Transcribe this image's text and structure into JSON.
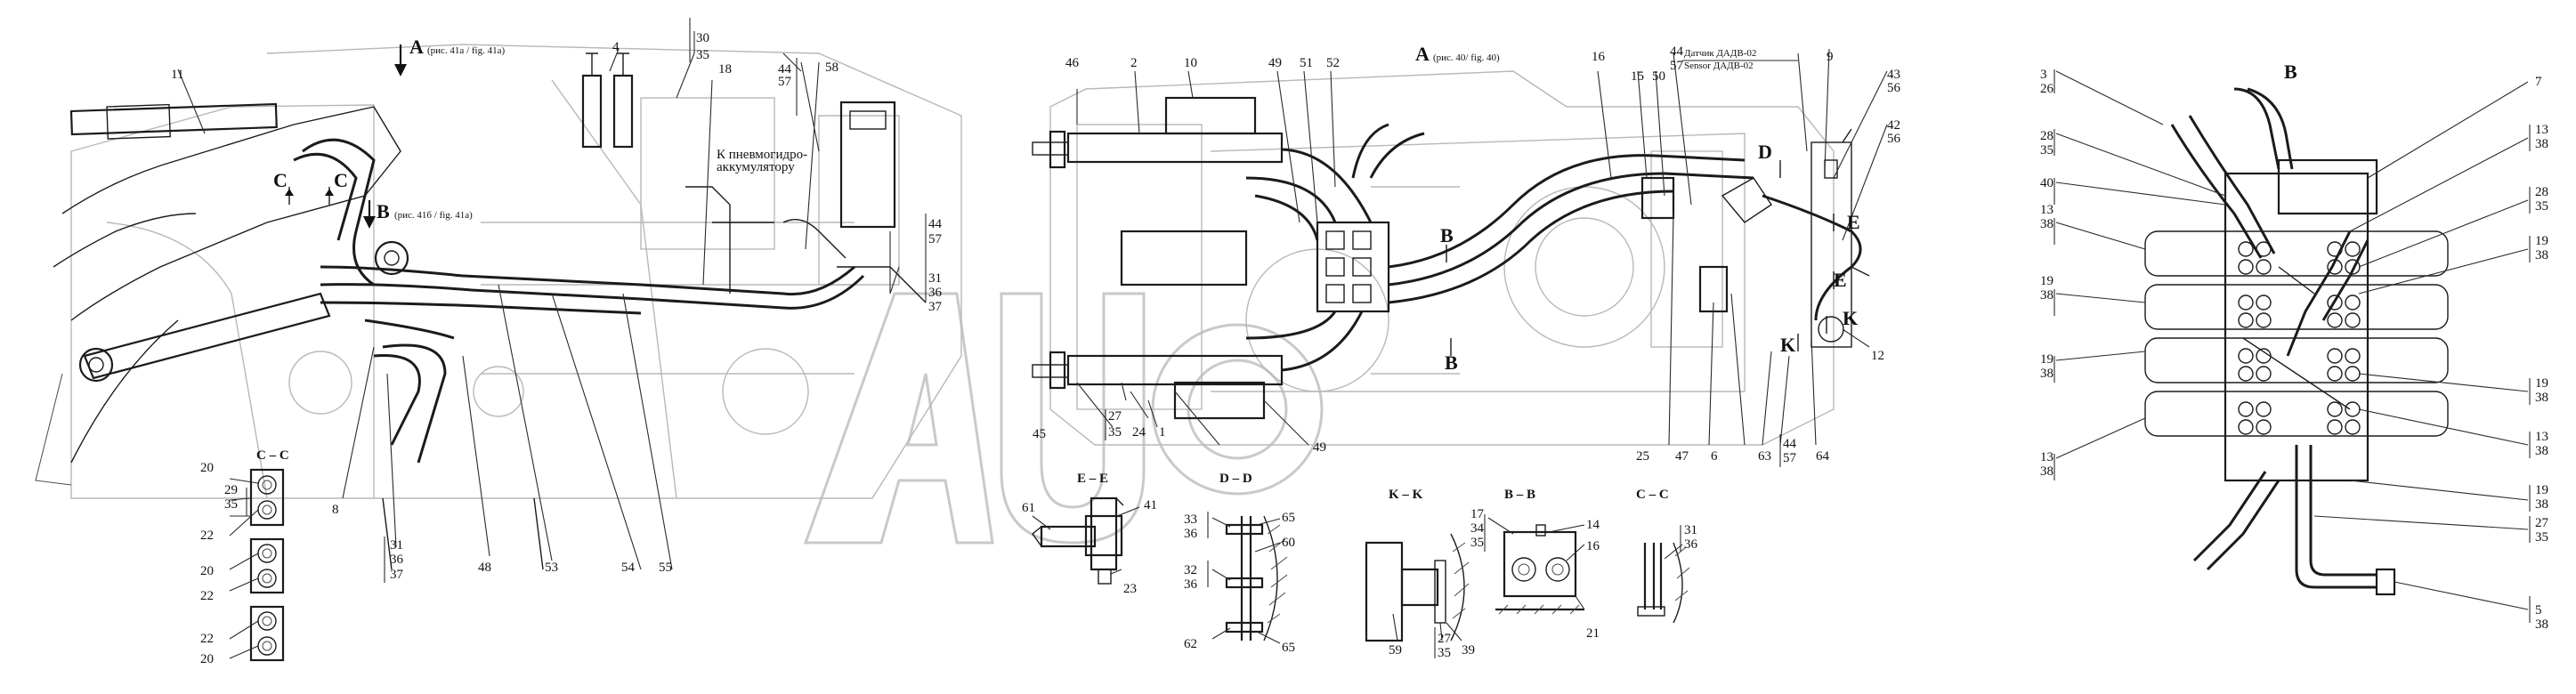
{
  "views": {
    "left": {
      "view_label": "A",
      "arrow_a_note": "(рис. 41а / fig. 41а)",
      "view_b_label": "B",
      "arrow_b_note": "(рис. 41б / fig. 41а)",
      "accumulator_note_1": "К пневмогидро-",
      "accumulator_note_2": "аккумулятору"
    },
    "middle": {
      "view_label": "A",
      "view_note": "(рис. 40/ fig. 40)",
      "sensor_ru": "Датчик ДАДВ-02",
      "sensor_en": "Sensor  ДАДВ-02"
    },
    "right": {
      "view_label": "B"
    }
  },
  "sections": {
    "cc_left": "C – C",
    "ee": "E – E",
    "dd": "D – D",
    "kk": "K – K",
    "bb": "B – B",
    "cc_mid": "C – C"
  },
  "section_marks": [
    "C",
    "C",
    "B",
    "B",
    "D",
    "E",
    "E",
    "K",
    "K"
  ],
  "callouts_left": [
    "11",
    "4",
    "30",
    "35",
    "18",
    "44",
    "57",
    "58",
    "44",
    "57",
    "31",
    "36",
    "37",
    "8",
    "31",
    "36",
    "37",
    "48",
    "53",
    "54",
    "55"
  ],
  "callouts_cc": [
    "20",
    "29",
    "35",
    "22",
    "20",
    "22",
    "22",
    "20"
  ],
  "callouts_middle": [
    "46",
    "2",
    "10",
    "49",
    "51",
    "52",
    "16",
    "15",
    "50",
    "44",
    "57",
    "9",
    "43",
    "56",
    "42",
    "56",
    "12",
    "64",
    "63",
    "44",
    "57",
    "6",
    "47",
    "25",
    "49",
    "45",
    "27",
    "35",
    "24",
    "1"
  ],
  "callouts_sections": [
    "61",
    "41",
    "23",
    "33",
    "36",
    "65",
    "60",
    "32",
    "36",
    "62",
    "65",
    "59",
    "27",
    "35",
    "39",
    "17",
    "34",
    "35",
    "14",
    "16",
    "21",
    "31",
    "36"
  ],
  "callouts_right": [
    "3",
    "26",
    "28",
    "35",
    "40",
    "13",
    "38",
    "19",
    "38",
    "19",
    "38",
    "13",
    "38",
    "5",
    "38",
    "7",
    "13",
    "38",
    "28",
    "35",
    "19",
    "38",
    "19",
    "38",
    "13",
    "38",
    "19",
    "38",
    "27",
    "35"
  ]
}
